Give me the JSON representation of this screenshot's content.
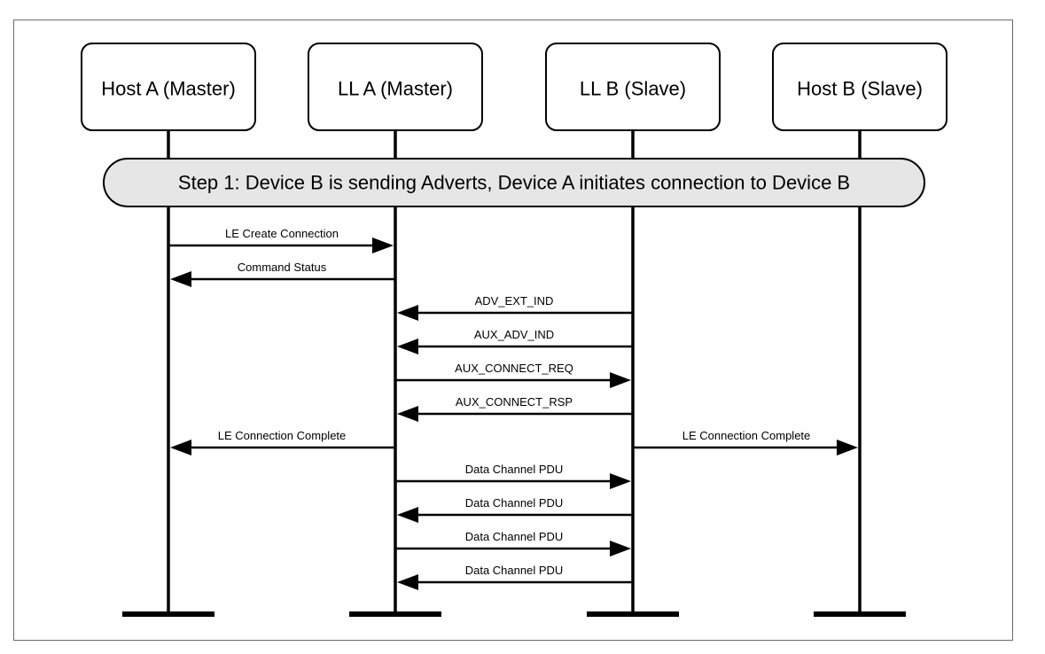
{
  "participants": [
    {
      "id": "host-a",
      "label": "Host A (Master)"
    },
    {
      "id": "ll-a",
      "label": "LL A (Master)"
    },
    {
      "id": "ll-b",
      "label": "LL B (Slave)"
    },
    {
      "id": "host-b",
      "label": "Host B (Slave)"
    }
  ],
  "step": {
    "label": "Step 1: Device B is sending Adverts, Device A initiates connection to Device B"
  },
  "messages": [
    {
      "label": "LE Create Connection",
      "from": 0,
      "to": 1
    },
    {
      "label": "Command Status",
      "from": 1,
      "to": 0
    },
    {
      "label": "ADV_EXT_IND",
      "from": 2,
      "to": 1
    },
    {
      "label": "AUX_ADV_IND",
      "from": 2,
      "to": 1
    },
    {
      "label": "AUX_CONNECT_REQ",
      "from": 1,
      "to": 2
    },
    {
      "label": "AUX_CONNECT_RSP",
      "from": 2,
      "to": 1
    },
    {
      "label": "LE Connection Complete",
      "from": 1,
      "to": 0
    },
    {
      "label": "LE Connection Complete",
      "from": 2,
      "to": 3
    },
    {
      "label": "Data Channel PDU",
      "from": 1,
      "to": 2
    },
    {
      "label": "Data Channel PDU",
      "from": 2,
      "to": 1
    },
    {
      "label": "Data Channel PDU",
      "from": 1,
      "to": 2
    },
    {
      "label": "Data Channel PDU",
      "from": 2,
      "to": 1
    }
  ]
}
